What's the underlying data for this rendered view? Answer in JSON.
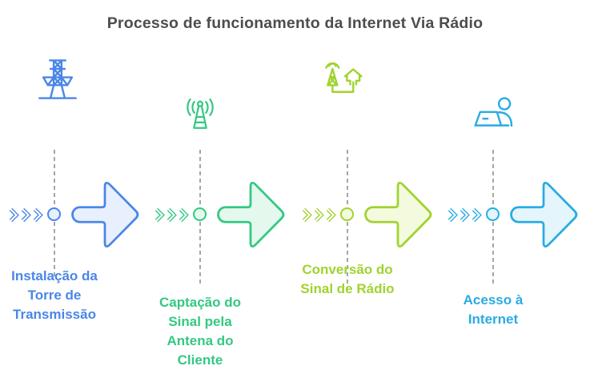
{
  "title": {
    "text": "Processo de funcionamento da Internet Via Rádio",
    "color": "#4d4d4d"
  },
  "connector_dash_color": "#a6a6a6",
  "background_color": "#ffffff",
  "stages": [
    {
      "id": "instalacao-torre",
      "icon": "transmission-tower-icon",
      "label_lines": [
        "Instalação da",
        "Torre de",
        "Transmissão"
      ],
      "colors": {
        "stroke": "#4a86e8",
        "fill": "#e9f0fd",
        "text": "#4a86e8"
      }
    },
    {
      "id": "captacao-sinal",
      "icon": "radio-antenna-icon",
      "label_lines": [
        "Captação do",
        "Sinal pela",
        "Antena do",
        "Cliente"
      ],
      "colors": {
        "stroke": "#34c882",
        "fill": "#e4f8ee",
        "text": "#34c882"
      }
    },
    {
      "id": "conversao-sinal",
      "icon": "antenna-house-icon",
      "label_lines": [
        "Conversão do",
        "Sinal de Rádio"
      ],
      "colors": {
        "stroke": "#a0d32f",
        "fill": "#f4fade",
        "text": "#a0d32f"
      }
    },
    {
      "id": "acesso-internet",
      "icon": "person-laptop-icon",
      "label_lines": [
        "Acesso à",
        "Internet"
      ],
      "colors": {
        "stroke": "#29abe2",
        "fill": "#e5f5fc",
        "text": "#29abe2"
      }
    }
  ]
}
